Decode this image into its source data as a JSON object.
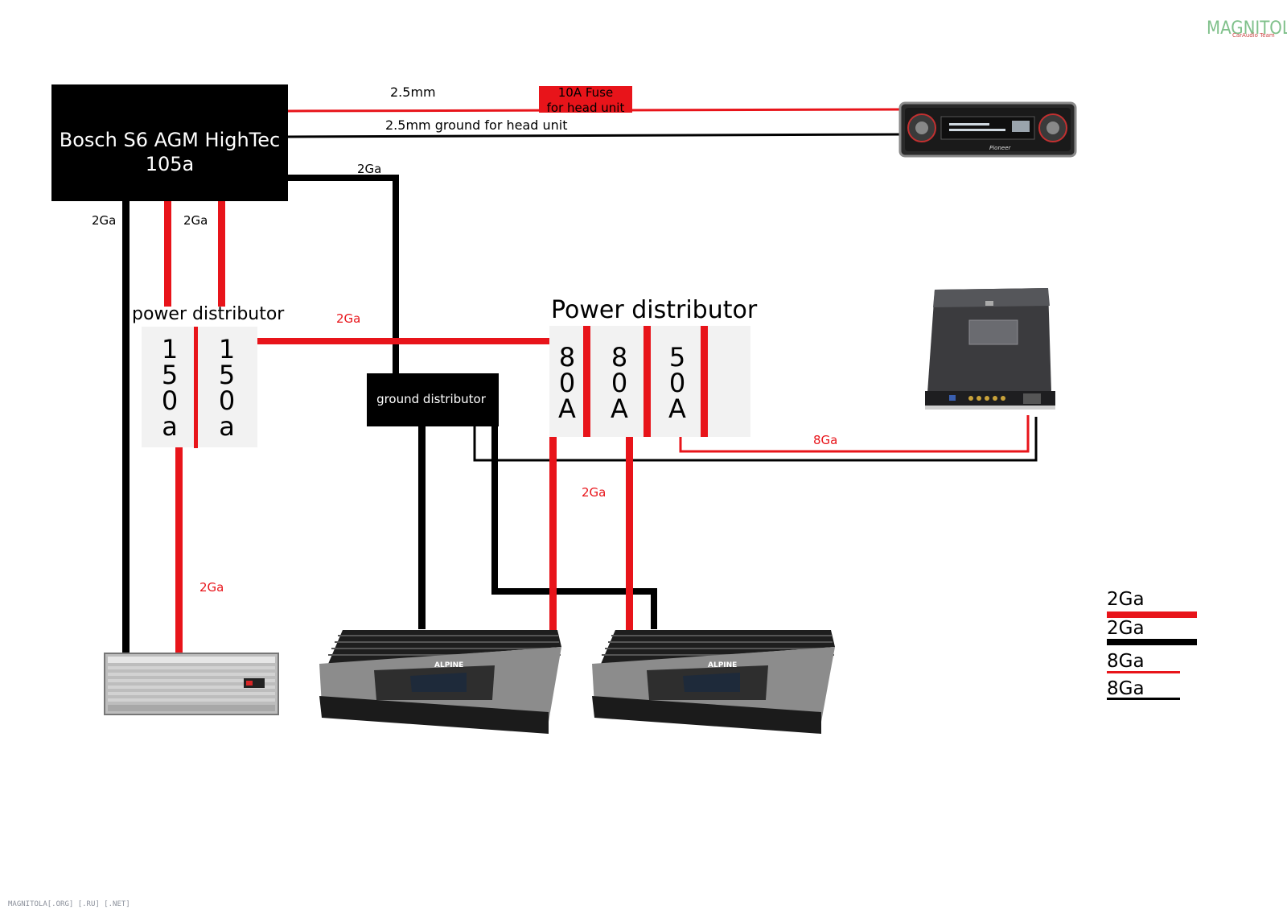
{
  "colors": {
    "power": "#e8141a",
    "ground": "#000000",
    "panel": "#f2f2f2",
    "background": "#ffffff"
  },
  "watermark": {
    "logo": "MAGNITOLA",
    "sub": "CarAudio Team",
    "footer": "MAGNITOLA[.ORG] [.RU] [.NET]"
  },
  "battery": {
    "line1": "Bosch S6 AGM HighTec",
    "line2": "105a"
  },
  "head_unit": {
    "icon": "car-stereo-head-unit-icon",
    "brand": "Pioneer"
  },
  "wires": {
    "head_power": "2.5mm",
    "fuse_line1": "10A Fuse",
    "fuse_line2": "for head unit",
    "head_ground": "2.5mm ground for head unit",
    "battery_ground_top": "2Ga",
    "battery_ground_left": "2Ga",
    "battery_power": "2Ga",
    "dist_link": "2Ga",
    "left_amp_power": "2Ga",
    "amps_power": "2Ga",
    "processor_power": "8Ga"
  },
  "left_distributor": {
    "title": "power distributor",
    "fuses": [
      {
        "digits": [
          "1",
          "5",
          "0",
          "a"
        ]
      },
      {
        "digits": [
          "1",
          "5",
          "0",
          "a"
        ]
      }
    ]
  },
  "ground_distributor": {
    "label": "ground distributor"
  },
  "right_distributor": {
    "title": "Power distributor",
    "fuses": [
      {
        "digits": [
          "8",
          "0",
          "A"
        ]
      },
      {
        "digits": [
          "8",
          "0",
          "A"
        ]
      },
      {
        "digits": [
          "5",
          "0",
          "A"
        ]
      }
    ]
  },
  "devices": {
    "processor": {
      "icon": "dsp-processor-icon"
    },
    "left_amp": {
      "icon": "amplifier-icon"
    },
    "amp_1": {
      "icon": "alpine-amplifier-icon",
      "brand": "ALPINE"
    },
    "amp_2": {
      "icon": "alpine-amplifier-icon",
      "brand": "ALPINE"
    }
  },
  "legend": [
    {
      "label": "2Ga",
      "color": "#e8141a",
      "weight": "thick"
    },
    {
      "label": "2Ga",
      "color": "#000000",
      "weight": "thick"
    },
    {
      "label": "8Ga",
      "color": "#e8141a",
      "weight": "thin"
    },
    {
      "label": "8Ga",
      "color": "#000000",
      "weight": "thin"
    }
  ]
}
